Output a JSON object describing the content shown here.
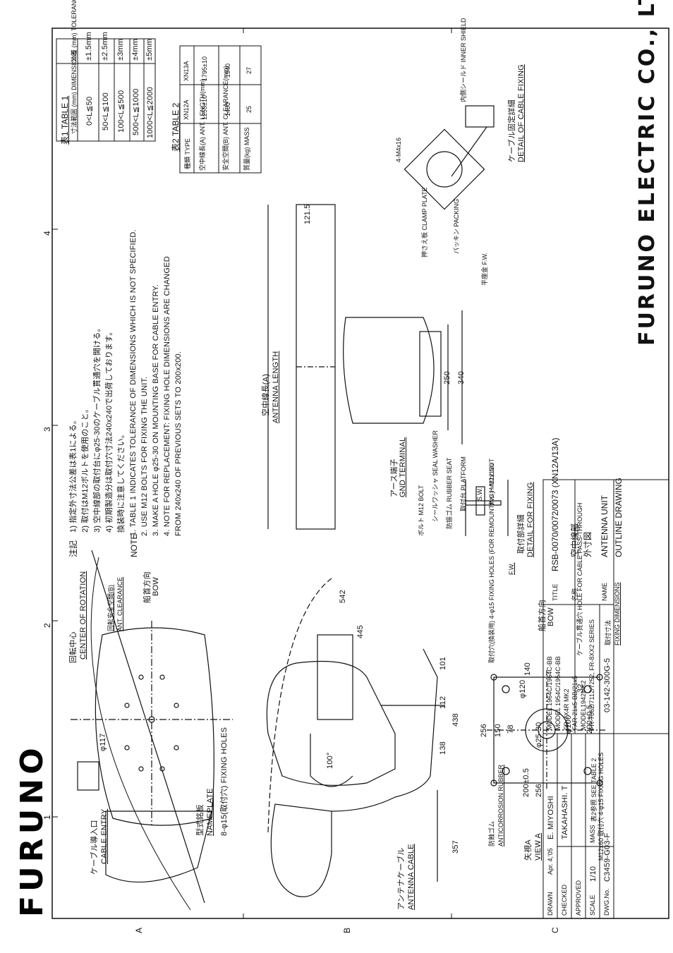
{
  "title_block": {
    "company": "FURUNO ELECTRIC CO., LTD.",
    "logo": "FURUNO",
    "title_label": "TITLE",
    "title_value": "RSB-0070/0072/0073 (XN12A/13A)",
    "name_label_jp": "名称",
    "name_value_jp": "空中線部",
    "name_value_jp2": "外寸図",
    "name_label": "NAME",
    "name_value": "ANTENNA UNIT",
    "name_value2": "OUTLINE DRAWING",
    "drawn_label": "DRAWN",
    "drawn_date": "Apr. 4,'05",
    "drawn_by": "E. MIYOSHI",
    "checked_label": "CHECKED",
    "checked_by": "TAKAHASHI. T",
    "approved_label": "APPROVED",
    "scale_label": "SCALE",
    "scale_value": "1/10",
    "mass_label": "MASS",
    "mass_value": "表2参照 SEE TABLE 2",
    "dwg_label": "DWG.No.",
    "dwg_value": "C3459-G03-F",
    "ref_number": "03-142-300G-5",
    "models": [
      "MODEL 1964C/1964C-BB",
      "MODEL 1954C/1954C-BB",
      "FR-7X4R MK2",
      "FAR-21x5-BB/21x5",
      "MODEL1942MK2",
      "FR-7062/7112/7252, FR-8XX2 SERIES"
    ]
  },
  "table1": {
    "title": "表1 TABLE 1",
    "col1": "寸法範囲 (mm) DIMENSIONS",
    "col2": "公差 (mm) TOLERANCE",
    "rows": [
      [
        "0<L≦50",
        "±1.5mm"
      ],
      [
        "50<L≦100",
        "±2.5mm"
      ],
      [
        "100<L≦500",
        "±3mm"
      ],
      [
        "500<L≦1000",
        "±4mm"
      ],
      [
        "1000<L≦2000",
        "±5mm"
      ]
    ]
  },
  "table2": {
    "title": "表2 TABLE 2",
    "headers": [
      "種類 TYPE",
      "XN12A",
      "XN13A"
    ],
    "rows": [
      [
        "空中線長(A) ANT. LENGTH(mm)",
        "1255±10",
        "1795±10"
      ],
      [
        "安全空間(B) ANT. CLEARANCE(mm)",
        "1400",
        "1940"
      ],
      [
        "質量(kg) MASS",
        "25",
        "27"
      ]
    ]
  },
  "notes_jp_label": "注記",
  "notes_jp": [
    "1) 指定外寸法公差は表1による。",
    "2) 取付はM12ボルトを使用のこと。",
    "3) 空中線部の取付台にφ25-30のケーブル貫通穴を開ける。",
    "4) 初期製造分は取付穴寸法240x240で出荷しております。",
    "   換装時に注意してください。"
  ],
  "notes_en_label": "NOTE",
  "notes_en": [
    "1. TABLE 1 INDICATES TOLERANCE OF DIMENSIONS WHICH IS NOT SPECIFIED.",
    "2. USE M12 BOLTS FOR FIXING THE UNIT.",
    "3. MAKE A HOLE φ25-30 ON MOUNTING BASE FOR CABLE ENTRY.",
    "4. NOTE FOR REPLACEMENT: FIXING HOLE DIMENSIONS ARE CHANGED",
    "   FROM 240x240 OF PREVIOUS SETS TO 200x200."
  ],
  "labels": {
    "center_rotation_jp": "回転中心",
    "center_rotation": "CENTER OF ROTATION",
    "ant_clearance_jp": "回転安全空間(B)",
    "ant_clearance": "ANT. CLEARANCE",
    "bow_jp": "船首方向",
    "bow": "BOW",
    "cable_entry_jp": "ケーブル導入口",
    "cable_entry": "CABLE ENTRY",
    "nameplate_jp": "型式銘板",
    "nameplate": "NAMEPLATE",
    "fixing_holes8": "8-φ15(取付穴) FIXING HOLES",
    "ant_length_jp": "空中線長(A)",
    "ant_length": "ANTENNA LENGTH",
    "gnd_jp": "アース端子",
    "gnd": "GND TERMINAL",
    "detail_fixing_jp": "取付部詳細",
    "detail_fixing": "DETAIL FOR FIXING",
    "m12_bolt": "ボルト M12 BOLT",
    "seal_washer": "シールワッシャ SEAL WASHER",
    "rubber_seat": "防振ゴム RUBBER SEAT",
    "platform": "取付台 PLATFORM",
    "sw": "S.W.",
    "m12_nut": "ナット M12 NUT",
    "fw": "F.W.",
    "clamp_plate": "押さえ板 CLAMP PLATE",
    "packing": "パッキン PACKING",
    "fw2": "平座金 F.W.",
    "inner_shield": "内側シールド INNER SHIELD",
    "m4": "4-M4x16",
    "detail_cable_jp": "ケーブル固定詳細",
    "detail_cable": "DETAIL OF CABLE FIXING",
    "antenna_cable_jp": "アンテナケーブル",
    "antenna_cable": "ANTENNA CABLE",
    "anticorr_jp": "防蝕ゴム",
    "anticorr": "ANTICORROSION RUBBER",
    "view_a_jp": "矢視A",
    "view_a": "VIEW A",
    "fixing_4holes": "取付穴(換装用) 4-φ15 FIXING HOLES (FOR REMOUNTING) M12x120",
    "m12x60": "M12x60 取付穴 4-φ15 FIXING HOLES",
    "cable_pass": "ケーブル貫通穴 HOLE FOR CABLE PASS-THROUGH",
    "fixing_dims_jp": "取付寸法",
    "fixing_dims": "FIXING DIMENSIONS"
  },
  "dimensions": {
    "d542": "542",
    "d445": "445",
    "d250": "250",
    "d340": "340",
    "d121": "121.5",
    "d357": "357",
    "d438": "438",
    "d138": "138",
    "d112": "112",
    "d101": "101",
    "d117": "φ117",
    "d100deg": "100°",
    "d256a": "256",
    "d150": "150",
    "d78": "78",
    "d140": "140",
    "d100": "φ100",
    "d200a": "200±0.5",
    "d200b": "200±0.5",
    "d256b": "256",
    "d25": "φ25-30",
    "d32": "32",
    "d120": "φ120"
  },
  "grid": {
    "cols": [
      "1",
      "2",
      "3",
      "4"
    ],
    "rows": [
      "A",
      "B",
      "C"
    ]
  }
}
